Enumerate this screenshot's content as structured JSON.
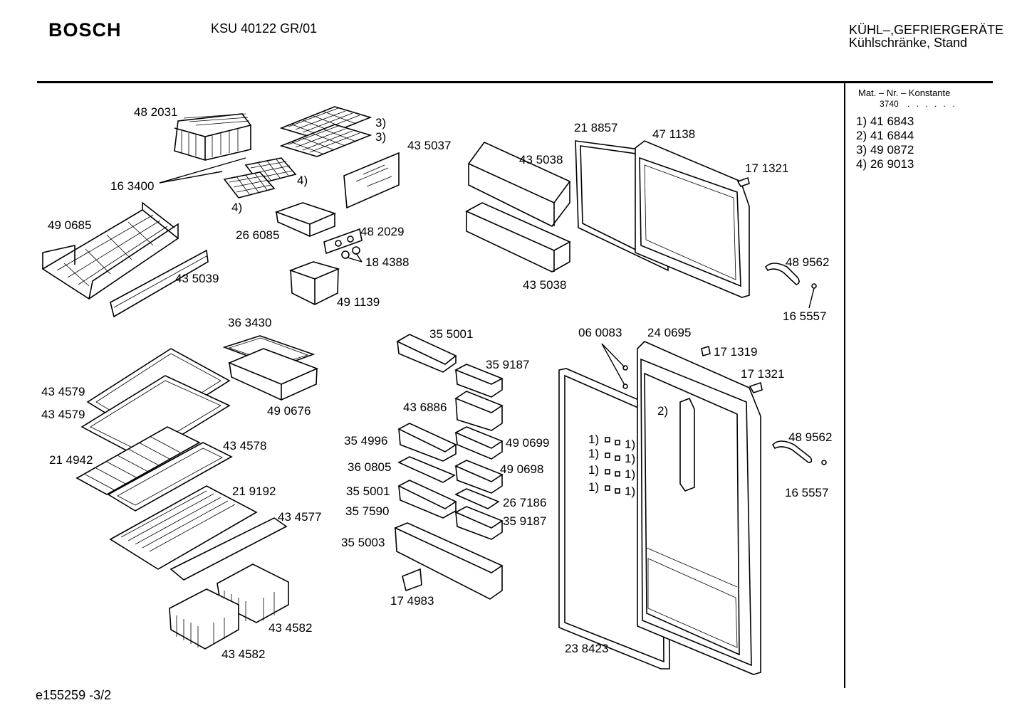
{
  "header": {
    "brand": "BOSCH",
    "model": "KSU 40122 GR/01",
    "category": "KÜHL–,GEFRIERGERÄTE",
    "subcategory": "Kühlschränke, Stand"
  },
  "sidebar": {
    "heading": "Mat. – Nr. – Konstante",
    "code": "3740",
    "dots": ". . . . . .",
    "rows": [
      "1)  41 6843",
      "2)  41 6844",
      "3)  49 0872",
      "4)  26 9013"
    ]
  },
  "parts": {
    "p482031": "48 2031",
    "p163400": "16 3400",
    "p3a": "3)",
    "p3b": "3)",
    "p435037": "43 5037",
    "p4a": "4)",
    "p4b": "4)",
    "p490685": "49 0685",
    "p266085": "26 6085",
    "p482029": "48 2029",
    "p184388": "18 4388",
    "p435039": "43 5039",
    "p491139": "49 1139",
    "p435038a": "43 5038",
    "p435038b": "43 5038",
    "p218857": "21 8857",
    "p471138": "47 1138",
    "p171321a": "17 1321",
    "p489562a": "48 9562",
    "p165557a": "16 5557",
    "p363430": "36 3430",
    "p434579a": "43 4579",
    "p434579b": "43 4579",
    "p490676": "49 0676",
    "p214942": "21 4942",
    "p434578": "43 4578",
    "p219192": "21 9192",
    "p434577": "43 4577",
    "p434582a": "43 4582",
    "p434582b": "43 4582",
    "p355001a": "35 5001",
    "p359187a": "35 9187",
    "p436886": "43 6886",
    "p354996": "35 4996",
    "p490699": "49 0699",
    "p360805": "36 0805",
    "p490698": "49 0698",
    "p355001b": "35 5001",
    "p267186": "26 7186",
    "p357590": "35 7590",
    "p359187b": "35 9187",
    "p355003": "35 5003",
    "p174983": "17 4983",
    "p060083": "06 0083",
    "p240695": "24 0695",
    "p171319": "17 1319",
    "p171321b": "17 1321",
    "p2": "2)",
    "p489562b": "48 9562",
    "p165557b": "16 5557",
    "p238423": "23 8423",
    "n1a": "1)",
    "n1b": "1)",
    "n1c": "1)",
    "n1d": "1)",
    "n1e": "1)",
    "n1f": "1)",
    "n1g": "1)",
    "n1h": "1)"
  },
  "footer": {
    "ref": "e155259 -3/2"
  }
}
